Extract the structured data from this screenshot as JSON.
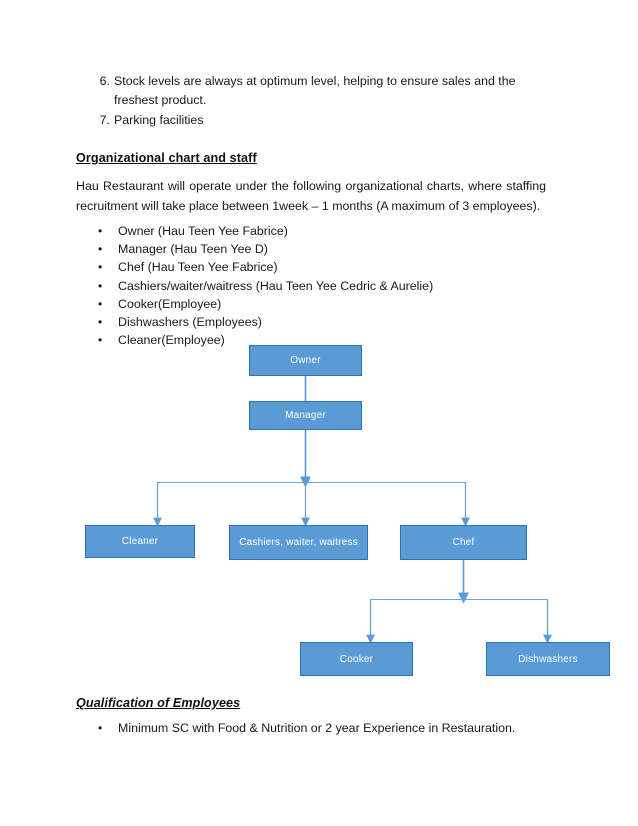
{
  "document": {
    "numbered_list": [
      {
        "marker": "6.",
        "text": "Stock levels are always at optimum level, helping to ensure sales and the freshest product."
      },
      {
        "marker": "7.",
        "text": "Parking facilities"
      }
    ],
    "heading_org": "Organizational chart and staff",
    "paragraph_org": "Hau Restaurant will operate under the following organizational charts, where staffing recruitment will take place between 1week – 1 months (A maximum of 3 employees).",
    "staff_bullets": [
      "Owner (Hau Teen Yee Fabrice)",
      "Manager (Hau Teen Yee D)",
      "Chef (Hau Teen Yee Fabrice)",
      "Cashiers/waiter/waitress (Hau Teen Yee Cedric & Aurelie)",
      "Cooker(Employee)",
      "Dishwashers (Employees)",
      "Cleaner(Employee)"
    ],
    "heading_qualification": "Qualification of Employees",
    "qualification_bullets": [
      "Minimum SC with Food & Nutrition or 2 year Experience in Restauration."
    ],
    "bullet_glyph": "•"
  },
  "chart_data": {
    "type": "diagram",
    "title": "Organizational chart",
    "nodes": [
      {
        "id": "owner",
        "label": "Owner",
        "level": 0
      },
      {
        "id": "manager",
        "label": "Manager",
        "level": 1
      },
      {
        "id": "cleaner",
        "label": "Cleaner",
        "level": 2
      },
      {
        "id": "cashiers",
        "label": "Cashiers, waiter, waitress",
        "level": 2
      },
      {
        "id": "chef",
        "label": "Chef",
        "level": 2
      },
      {
        "id": "cooker",
        "label": "Cooker",
        "level": 3
      },
      {
        "id": "dishwashers",
        "label": "Dishwashers",
        "level": 3
      }
    ],
    "edges": [
      {
        "from": "owner",
        "to": "manager"
      },
      {
        "from": "manager",
        "to": "cleaner"
      },
      {
        "from": "manager",
        "to": "cashiers"
      },
      {
        "from": "manager",
        "to": "chef"
      },
      {
        "from": "chef",
        "to": "cooker"
      },
      {
        "from": "chef",
        "to": "dishwashers"
      }
    ],
    "colors": {
      "node_fill": "#5b9bd5",
      "node_border": "#2e74b5",
      "node_text": "#ffffff",
      "connector": "#5b9bd5",
      "page_background": "#ffffff",
      "body_text": "#181818"
    }
  }
}
